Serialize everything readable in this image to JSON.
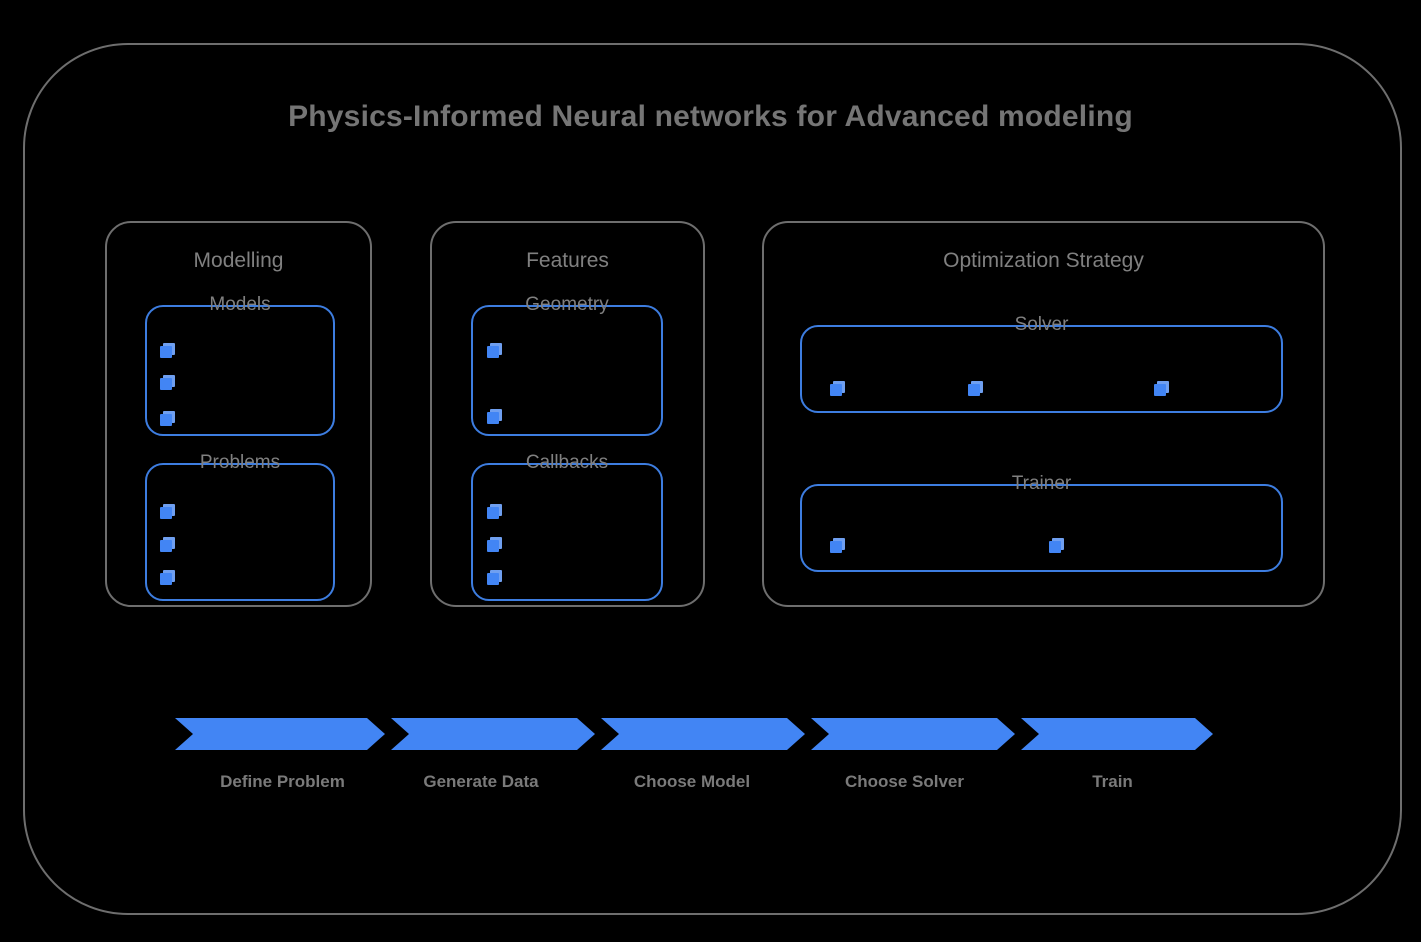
{
  "diagram": {
    "title": "Physics-Informed Neural networks for Advanced modeling",
    "colors": {
      "background": "#000000",
      "frame_border": "#6e6e6e",
      "text": "#808080",
      "accent_blue": "#4285f4",
      "accent_blue_light": "#6f9ff0",
      "sub_box_border": "#3d7de0"
    },
    "groups": [
      {
        "id": "modelling",
        "label": "Modelling",
        "subgroups": [
          {
            "id": "models",
            "label": "Models",
            "bullet_count": 3,
            "bullet_icon": "layered-square-icon",
            "layout": "vertical"
          },
          {
            "id": "problems",
            "label": "Problems",
            "bullet_count": 3,
            "bullet_icon": "layered-square-icon",
            "layout": "vertical"
          }
        ]
      },
      {
        "id": "features",
        "label": "Features",
        "subgroups": [
          {
            "id": "geometry",
            "label": "Geometry",
            "bullet_count": 2,
            "bullet_icon": "layered-square-icon",
            "layout": "vertical"
          },
          {
            "id": "callbacks",
            "label": "Callbacks",
            "bullet_count": 3,
            "bullet_icon": "layered-square-icon",
            "layout": "vertical"
          }
        ]
      },
      {
        "id": "optimization",
        "label": "Optimization Strategy",
        "subgroups": [
          {
            "id": "solver",
            "label": "Solver",
            "bullet_count": 3,
            "bullet_icon": "layered-square-icon",
            "layout": "horizontal"
          },
          {
            "id": "trainer",
            "label": "Trainer",
            "bullet_count": 2,
            "bullet_icon": "layered-square-icon",
            "layout": "horizontal"
          }
        ]
      }
    ],
    "pipeline": {
      "shape": "chevron-arrow",
      "steps": [
        {
          "index": 1,
          "label": "Define Problem"
        },
        {
          "index": 2,
          "label": "Generate Data"
        },
        {
          "index": 3,
          "label": "Choose Model"
        },
        {
          "index": 4,
          "label": "Choose Solver"
        },
        {
          "index": 5,
          "label": "Train"
        }
      ]
    }
  }
}
